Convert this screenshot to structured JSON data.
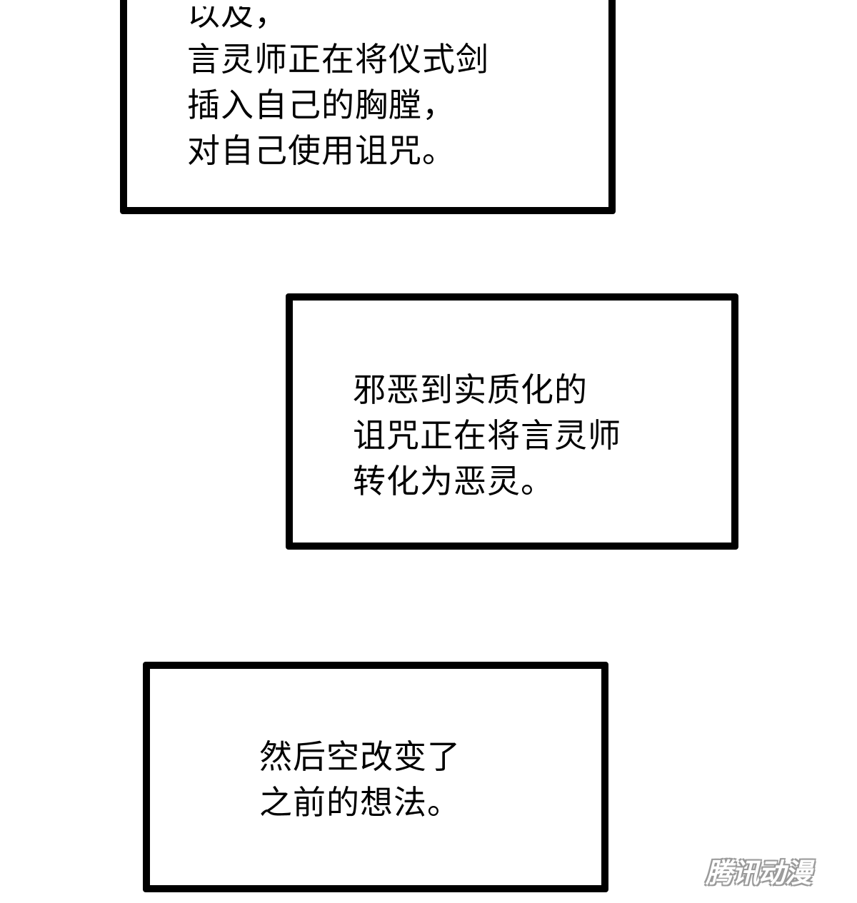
{
  "captions": [
    {
      "lines": [
        "以及，",
        "言灵师正在将仪式剑",
        "插入自己的胸膛，",
        "对自己使用诅咒。"
      ]
    },
    {
      "lines": [
        "邪恶到实质化的",
        "诅咒正在将言灵师",
        "转化为恶灵。"
      ]
    },
    {
      "lines": [
        "然后空改变了",
        "之前的想法。"
      ]
    }
  ],
  "watermark": {
    "text": "腾讯动漫"
  }
}
